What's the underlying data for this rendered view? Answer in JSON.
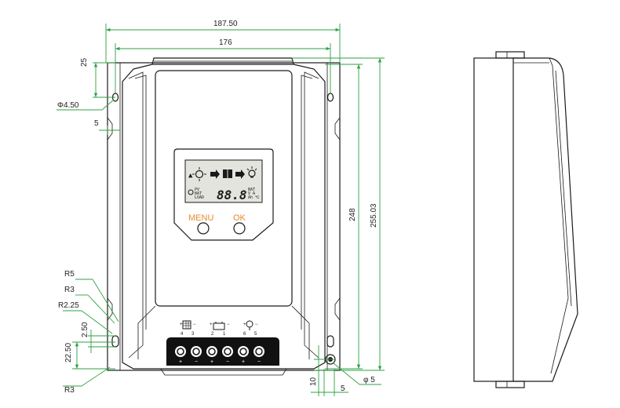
{
  "dimensions": {
    "overall_width": "187.50",
    "inner_width": "176",
    "top_offset": "25",
    "hole_diameter": "Φ4.50",
    "edge_offset": "5",
    "height_inner": "248",
    "height_overall": "255.03",
    "radius_r5": "R5",
    "radius_r3_upper": "R3",
    "radius_r225": "R2.25",
    "slot_2_50": "2.50",
    "slot_22_50": "22.50",
    "radius_r3_lower": "R3",
    "bottom_10": "10",
    "bottom_5": "5",
    "bottom_phi5": "φ 5"
  },
  "lcd": {
    "digits": "88.8",
    "pv_label": "PV",
    "bat_label": "BAT",
    "load_label": "LOAD",
    "right_top": "BAT",
    "right_mid": "V A",
    "right_bot": "Ah ℃"
  },
  "buttons": {
    "menu_label": "MENU",
    "ok_label": "OK"
  },
  "terminals": {
    "group_labels": [
      "4",
      "3",
      "2",
      "1",
      "6",
      "5"
    ],
    "polarity": [
      "+",
      "−",
      "+",
      "−",
      "+",
      "−"
    ]
  },
  "colors": {
    "dimension_line": "#2ea043",
    "button_label": "#e8892a",
    "lcd_background": "#e4e4de"
  }
}
